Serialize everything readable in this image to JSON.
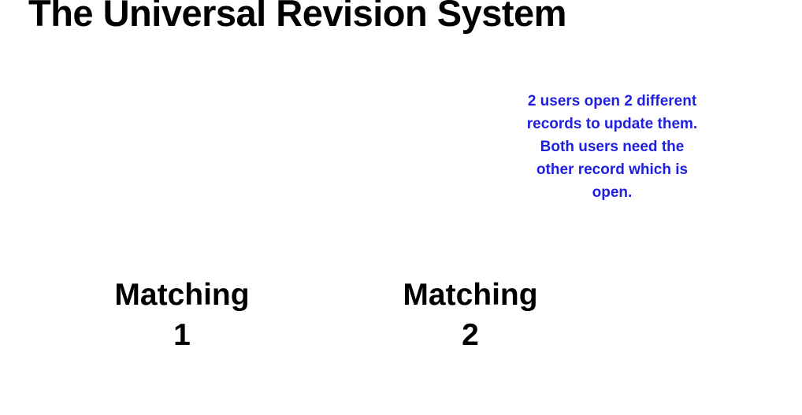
{
  "slide": {
    "title": "The Universal Revision System",
    "annotation": {
      "lines": [
        "2 users open 2 different",
        "records to update them.",
        "Both users need the",
        "other record which is",
        "open."
      ],
      "color": "#1f1fe0"
    },
    "labels": [
      {
        "text": "Matching",
        "number": "1"
      },
      {
        "text": "Matching",
        "number": "2"
      }
    ],
    "colors": {
      "background": "#ffffff",
      "title": "#000000",
      "labels": "#000000"
    }
  }
}
